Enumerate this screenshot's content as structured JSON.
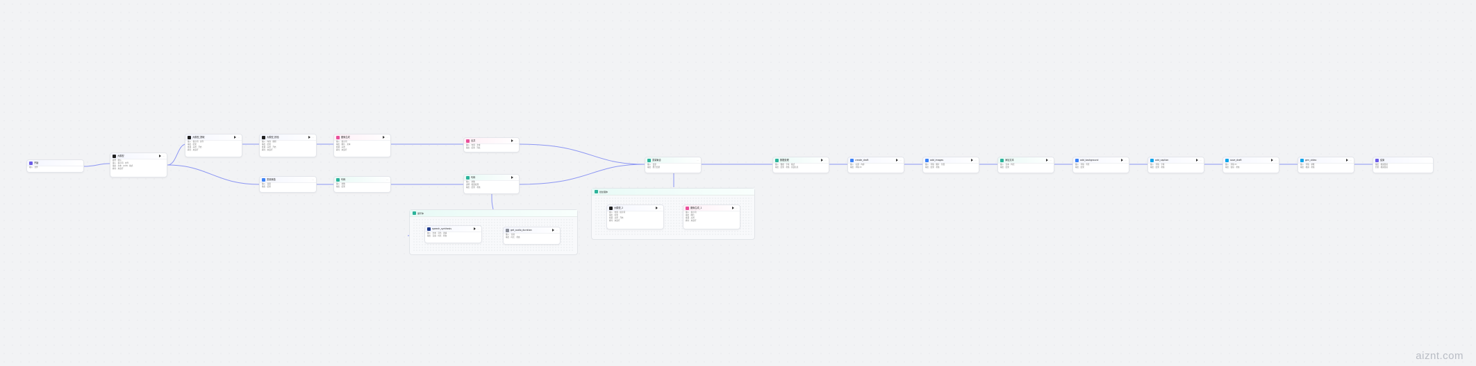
{
  "nodes": {
    "start": {
      "title": "开始",
      "rows": [
        "输入 · 文件"
      ]
    },
    "llm_main": {
      "title": "大模型",
      "rows": [
        "模型 · 默认",
        "输入 · 提示词 · 文件",
        "输出 · 文本 · JSON · 格式",
        "耗时 · 未运行"
      ]
    },
    "llm_a": {
      "title": "大模型_提取",
      "rows": [
        "输入 · 提示词 · 文件",
        "输出 · 结果",
        "批量 · 关闭 · 开启",
        "耗时 · 未运行"
      ]
    },
    "llm_b": {
      "title": "大模型_校验",
      "rows": [
        "输入 · 内容 · 规则",
        "输出 · 结果",
        "批量 · 关闭 · 开启",
        "耗时 · 未运行"
      ]
    },
    "img_gen": {
      "title": "图像生成",
      "rows": [
        "输入 · 提示词",
        "输出 · 图片 · 文本",
        "批量 · 关闭",
        "耗时 · 未运行"
      ]
    },
    "var_a": {
      "title": "变量赋值",
      "rows": [
        "输入 · 变量",
        "输出 · 结果"
      ]
    },
    "code_a": {
      "title": "代码",
      "rows": [
        "输入 · 参数",
        "输出 · 结果"
      ]
    },
    "merge_a": {
      "title": "合并",
      "rows": [
        "输入 · 内容 · 文本",
        "输出 · 结果 · 列表"
      ]
    },
    "code_b": {
      "title": "代码",
      "rows": [
        "输入 · 参数",
        "说明 · 批量处理",
        "输出 · 结果 · 状态"
      ]
    },
    "aggregate": {
      "title": "变量聚合",
      "rows": [
        "输入 · 变量",
        "输出 · 聚合结果"
      ]
    },
    "batch1": {
      "title": "数据处理",
      "rows": [
        "输入 · 数据 · 字段 · 格式",
        "输出 · 结果 · 状态 · 错误信息"
      ]
    },
    "n_create": {
      "title": "create_draft",
      "rows": [
        "输入 · 标题 · 内容",
        "输出 · 草稿 ID"
      ]
    },
    "n_add_images": {
      "title": "add_images",
      "rows": [
        "输入 · 草稿 · 图片 · 位置",
        "输出 · 结果 · 状态"
      ]
    },
    "n_text": {
      "title": "添加文本",
      "rows": [
        "输入 · 文本 · 样式",
        "输出 · 结果"
      ]
    },
    "n_add_bg": {
      "title": "add_background",
      "rows": [
        "输入 · 草稿 · 背景",
        "输出 · 结果"
      ]
    },
    "n_add_caption": {
      "title": "add_caption",
      "rows": [
        "输入 · 草稿 · 字幕",
        "输出 · 结果 · 状态"
      ]
    },
    "n_save": {
      "title": "save_draft",
      "rows": [
        "输入 · 草稿 ID",
        "输出 · 链接 · 状态"
      ]
    },
    "n_gen_video": {
      "title": "gen_video",
      "rows": [
        "输入 · 草稿 · 参数",
        "输出 · 视频 · 状态"
      ]
    },
    "end": {
      "title": "结束",
      "rows": [
        "输出 · 视频链接",
        "回答 · 视频链接"
      ]
    },
    "loop_a": {
      "title": "speech_synthesis",
      "rows": [
        "输入 · 文本 · 音色 · 语速",
        "输出 · 音频 · 时长 · 状态"
      ]
    },
    "loop_b": {
      "title": "get_audio_duration",
      "rows": [
        "输入 · 音频",
        "输出 · 时长 · 状态"
      ]
    },
    "loop2_a": {
      "title": "大模型_2",
      "rows": [
        "输入 · 内容 · 提示词",
        "输出 · 结果",
        "批量 · 关闭 · 开启",
        "耗时 · 未运行"
      ]
    },
    "loop2_b": {
      "title": "图像生成_1",
      "rows": [
        "输入 · 提示词",
        "输出 · 图片",
        "批量 · 关闭",
        "耗时 · 未运行"
      ]
    }
  },
  "groups": {
    "loop1": {
      "title": "循环体"
    },
    "loop2": {
      "title": "批处理体"
    }
  },
  "colors": {
    "edge": "#8b95f3",
    "start": "#6c5ce7",
    "llm": "#1f1f1f",
    "image": "#e94f9a",
    "code": "#2bb39a",
    "plugin": "#3b82f6"
  },
  "watermark": "aiznt.com"
}
